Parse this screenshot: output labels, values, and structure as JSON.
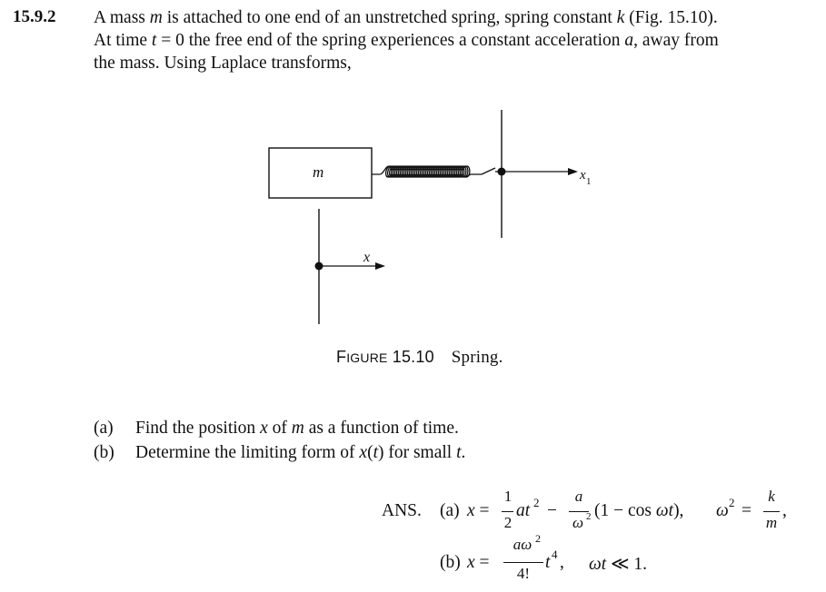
{
  "problem": {
    "number": "15.9.2",
    "statement_lines": [
      "A mass m is attached to one end of an unstretched spring, spring constant k (Fig. 15.10).",
      "At time t = 0 the free end of the spring experiences a constant acceleration a, away from",
      "the mass. Using Laplace transforms,"
    ]
  },
  "figure": {
    "mass_label": "m",
    "x_label": "x",
    "x1_label": "x",
    "x1_subscript": "1",
    "caption_prefix": "Figure 15.10",
    "caption_text": "Spring."
  },
  "parts": [
    {
      "label": "(a)",
      "text": "Find the position x of m as a function of time."
    },
    {
      "label": "(b)",
      "text": "Determine the limiting form of x(t) for small t."
    }
  ],
  "answer": {
    "prefix": "ANS.",
    "a_label": "(a)",
    "b_label": "(b)",
    "a_expr": "x = 1/2 at^2 − a/ω^2 (1 − cos ωt),  ω^2 = k/m,",
    "b_expr": "x = aω^2/4! t^4,  ωt ≪ 1."
  }
}
